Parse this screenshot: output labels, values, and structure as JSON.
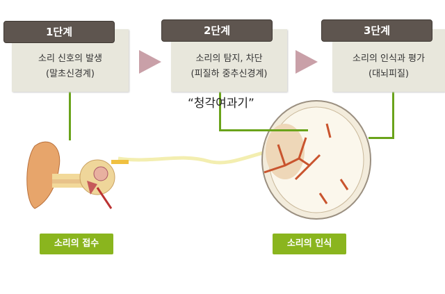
{
  "stages": [
    {
      "label": "1단계",
      "line1": "소리 신호의 발생",
      "line2": "(말초신경계)"
    },
    {
      "label": "2단계",
      "line1": "소리의 탐지, 차단",
      "line2": "(피질하 중추신경계)"
    },
    {
      "label": "3단계",
      "line1": "소리의 인식과 평가",
      "line2": "(대뇌피질)"
    }
  ],
  "quote": "“청각여과기”",
  "buttons": {
    "reception": "소리의 접수",
    "recognition": "소리의 인식"
  },
  "colors": {
    "header": "#5e554f",
    "box": "#e8e7dc",
    "arrow": "#c9a0a8",
    "green": "#8ab51e"
  }
}
